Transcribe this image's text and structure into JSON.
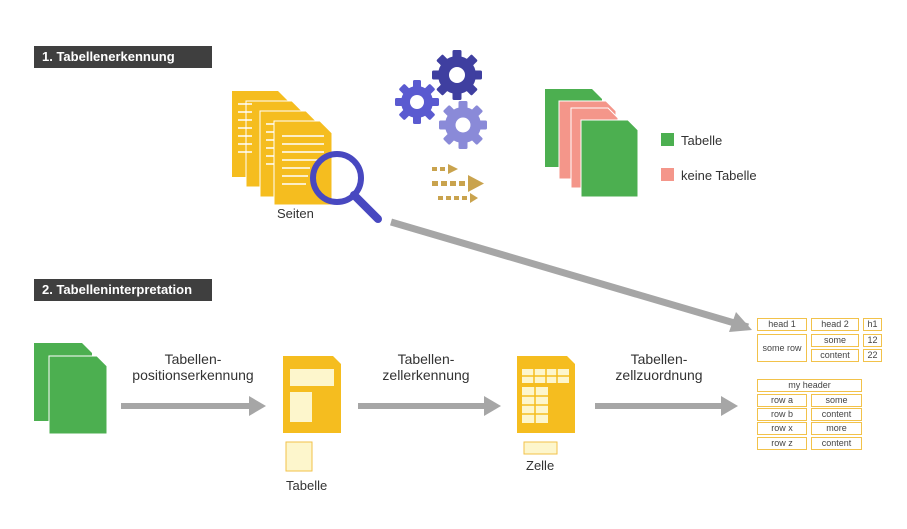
{
  "section1": {
    "title": "1. Tabellenerkennung"
  },
  "section2": {
    "title": "2. Tabelleninterpretation"
  },
  "labels": {
    "seiten": "Seiten",
    "legend_table": "Tabelle",
    "legend_no_table": "keine Tabelle",
    "tabelle": "Tabelle",
    "zelle": "Zelle"
  },
  "steps": {
    "step1_line1": "Tabellen-",
    "step1_line2": "positionserkennung",
    "step2_line1": "Tabellen-",
    "step2_line2": "zellerkennung",
    "step3_line1": "Tabellen-",
    "step3_line2": "zellzuordnung"
  },
  "table1": {
    "head1": "head 1",
    "head2": "head 2",
    "h1": "h1",
    "some_row": "some row",
    "some": "some",
    "n12": "12",
    "content": "content",
    "n22": "22"
  },
  "table2": {
    "header": "my header",
    "rows": [
      {
        "label": "row a",
        "value": "some"
      },
      {
        "label": "row b",
        "value": "content"
      },
      {
        "label": "row x",
        "value": "more"
      },
      {
        "label": "row z",
        "value": "content"
      }
    ]
  },
  "colors": {
    "table_green": "#4caf50",
    "no_table_pink": "#f4968a",
    "page_yellow": "#f5bd1f",
    "gear_dark": "#3f3fa0",
    "gear_mid": "#5a5ad0",
    "gear_light": "#8a8ad8",
    "arrow_gray": "#a6a6a6",
    "arrow_gold": "#c9a34e"
  }
}
